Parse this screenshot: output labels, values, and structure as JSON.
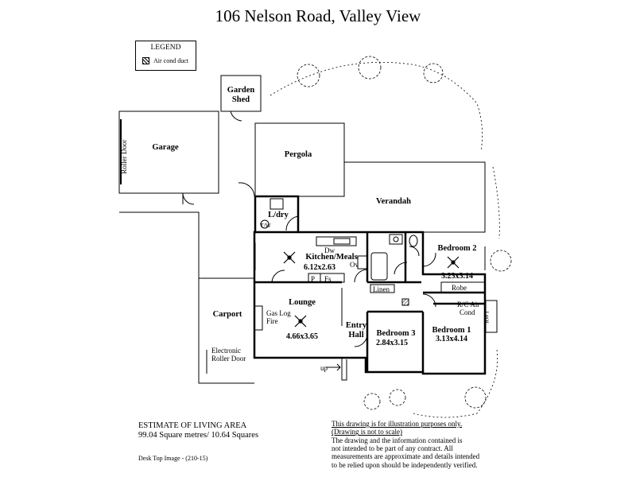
{
  "title": "106 Nelson Road,  Valley View",
  "legend": {
    "heading": "LEGEND",
    "items": [
      {
        "label": "Air cond duct"
      }
    ]
  },
  "rooms": {
    "garden_shed": "Garden Shed",
    "garage": "Garage",
    "roller_door": "Roller Door",
    "pergola": "Pergola",
    "verandah": "Verandah",
    "ldry": "L/dry",
    "kitchen": "Kitchen/Meals",
    "kitchen_dim": "6.12x2.63",
    "bedroom2": "Bedroom 2",
    "bedroom2_dim": "3.23x3.14",
    "robe": "Robe",
    "linen": "Linen",
    "rc_air": "R/C Air",
    "cond": "Cond",
    "rwt": "RWT",
    "carport": "Carport",
    "lounge": "Lounge",
    "lounge_dim": "4.66x3.65",
    "gas_log": "Gas Log",
    "fire": "Fire",
    "entry": "Entry",
    "hall": "Hall",
    "bedroom3": "Bedroom 3",
    "bedroom3_dim": "2.84x3.15",
    "bedroom1": "Bedroom 1",
    "bedroom1_dim": "3.13x4.14",
    "electronic": "Electronic",
    "roller_door2": "Roller Door",
    "up": "up",
    "tw": "T/W",
    "dw": "Dw",
    "ov": "Ov",
    "p": "P",
    "fs": "Fs"
  },
  "living_area": {
    "heading": "ESTIMATE OF LIVING AREA",
    "value": "99.04 Square metres/  10.64 Squares"
  },
  "disclaimer": {
    "line1": "This drawing is for illustration purposes only.",
    "line2": "(Drawing is not to scale)",
    "body": [
      "The drawing and the information contained is",
      "not intended to be part of any contract.  All",
      "measurements are approximate and details intended",
      "to be relied upon should be independently verified."
    ]
  },
  "footer": "Desk Top Image - (210-15)"
}
